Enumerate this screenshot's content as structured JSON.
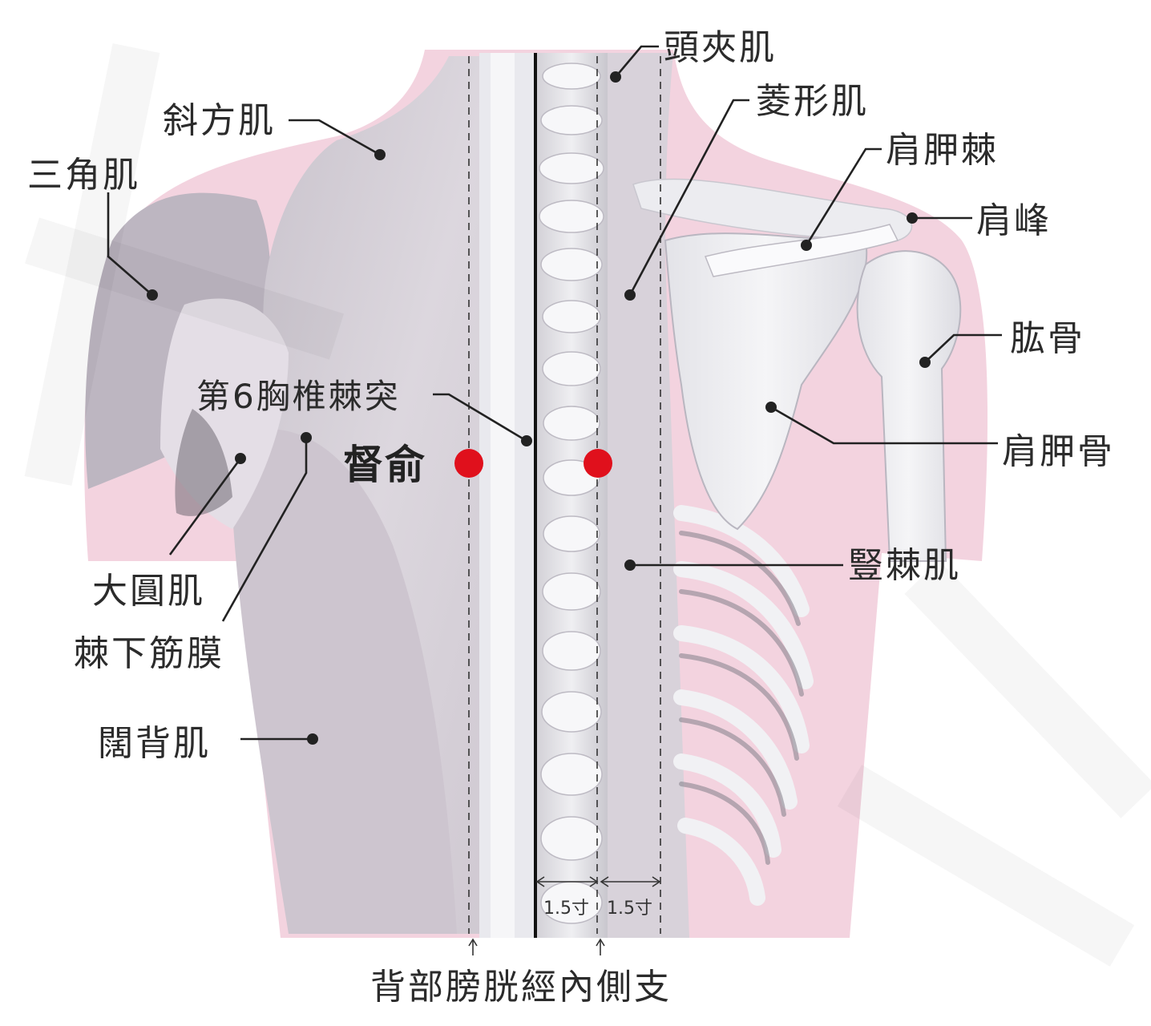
{
  "labels": {
    "toujiaji": "頭夾肌",
    "lingxingji": "菱形肌",
    "xiefangji": "斜方肌",
    "jianjiaji_spine": "肩胛棘",
    "sanjiaoji": "三角肌",
    "jianfeng": "肩峰",
    "gonggu": "肱骨",
    "chest6": "第6胸椎棘突",
    "jianjiagu": "肩胛骨",
    "shujiji": "豎棘肌",
    "dayuanji": "大圓肌",
    "jixiajinmo": "棘下筋膜",
    "kuobeiji": "闊背肌"
  },
  "acupoint": {
    "name": "督俞",
    "color": "#e0101c"
  },
  "measurements": {
    "left": "1.5寸",
    "right": "1.5寸"
  },
  "caption": "背部膀胱經內側支",
  "colors": {
    "skin": "#f3d3df",
    "muscle": "#d9d3da",
    "bone": "#eeeef1",
    "line": "#222222"
  }
}
